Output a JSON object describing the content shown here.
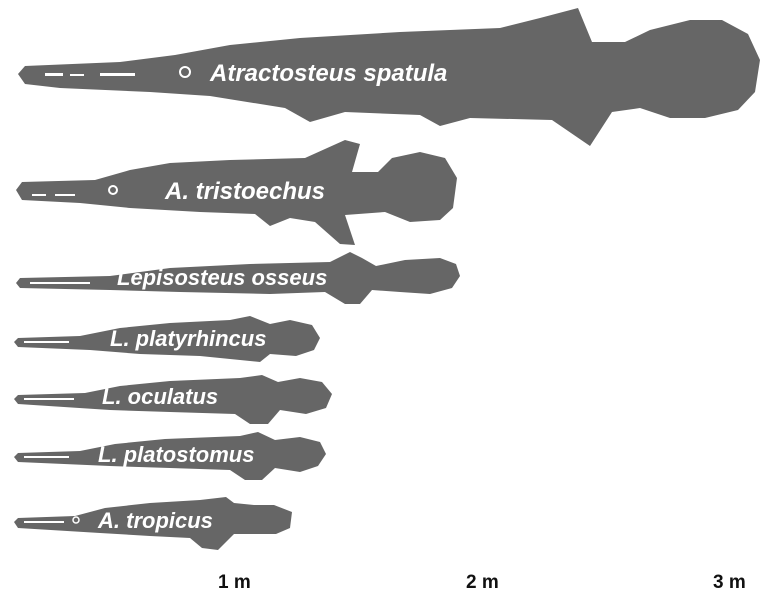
{
  "colors": {
    "silhouette": "#666666",
    "label_text": "#ffffff",
    "scale_text": "#111111",
    "background": "#ffffff"
  },
  "species": [
    {
      "name": "Atractosteus spatula"
    },
    {
      "name": "A. tristoechus"
    },
    {
      "name": "Lepisosteus osseus"
    },
    {
      "name": "L. platyrhincus"
    },
    {
      "name": "L. oculatus"
    },
    {
      "name": "L. platostomus"
    },
    {
      "name": "A. tropicus"
    }
  ],
  "scale": {
    "labels": [
      "1 m",
      "2 m",
      "3 m"
    ]
  }
}
